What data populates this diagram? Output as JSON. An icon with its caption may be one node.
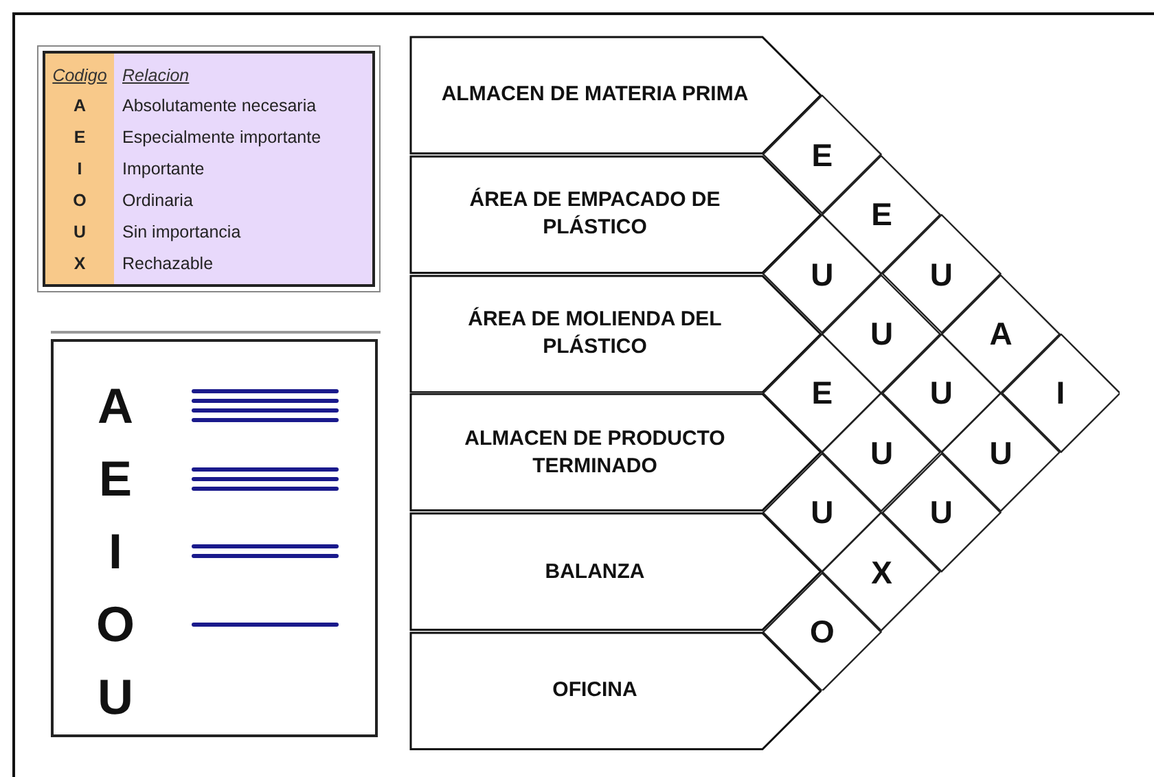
{
  "diagram": {
    "nodes": [
      {
        "text": [
          "ALMACEN DE MATERIA PRIMA"
        ]
      },
      {
        "text": [
          "ÁREA DE EMPACADO DE PLÁSTICO"
        ]
      },
      {
        "text": [
          "ÁREA DE MOLIENDA DEL PLÁSTICO"
        ]
      },
      {
        "text": [
          "ALMACEN DE PRODUCTO TERMINADO"
        ]
      },
      {
        "text": [
          "BALANZA"
        ]
      },
      {
        "text": [
          "OFICINA"
        ]
      },
      {
        "text": [
          "E"
        ]
      },
      {
        "text": [
          "E"
        ]
      },
      {
        "text": [
          "U"
        ]
      },
      {
        "text": [
          "U"
        ]
      },
      {
        "text": [
          "U"
        ]
      },
      {
        "text": [
          "A"
        ]
      },
      {
        "text": [
          "E"
        ]
      },
      {
        "text": [
          "U"
        ]
      },
      {
        "text": [
          "I"
        ]
      },
      {
        "text": [
          "U"
        ]
      },
      {
        "text": [
          "U"
        ]
      },
      {
        "text": [
          "U"
        ]
      },
      {
        "text": [
          "U"
        ]
      },
      {
        "text": [
          "X"
        ]
      },
      {
        "text": [
          "O"
        ]
      }
    ],
    "edges": [],
    "labels": [
      "Codigo",
      "Relacion",
      "A",
      "Absolutamente necesaria",
      "E",
      "Especialmente importante",
      "I",
      "Importante",
      "O",
      "Ordinaria",
      "U",
      "Sin importancia",
      "X",
      "Rechazable"
    ],
    "legend": [
      {
        "text": "A"
      },
      {
        "text": "E"
      },
      {
        "text": "I"
      },
      {
        "text": "O"
      },
      {
        "text": "U"
      }
    ]
  }
}
